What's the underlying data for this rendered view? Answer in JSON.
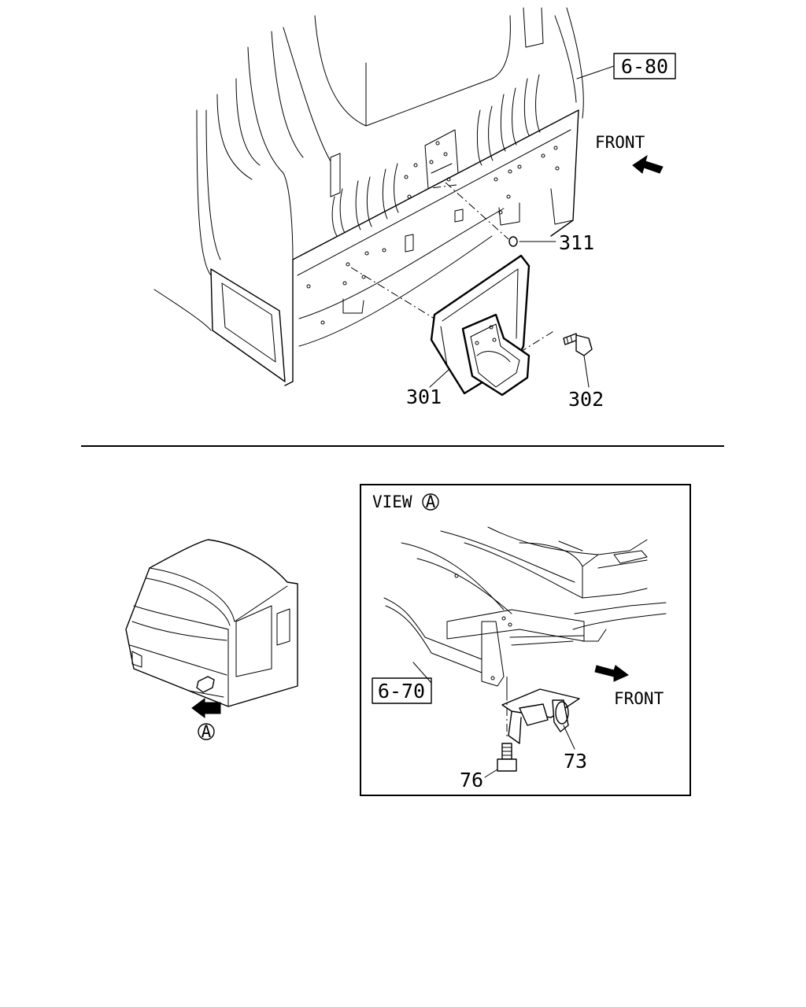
{
  "top_diagram": {
    "ref_box": "6-80",
    "direction": "FRONT",
    "callouts": [
      "311",
      "301",
      "302"
    ]
  },
  "divider": true,
  "overview": {
    "view_marker": "A"
  },
  "view_panel": {
    "title_prefix": "VIEW",
    "title_marker": "A",
    "ref_box": "6-70",
    "direction": "FRONT",
    "callouts": [
      "73",
      "76"
    ]
  }
}
